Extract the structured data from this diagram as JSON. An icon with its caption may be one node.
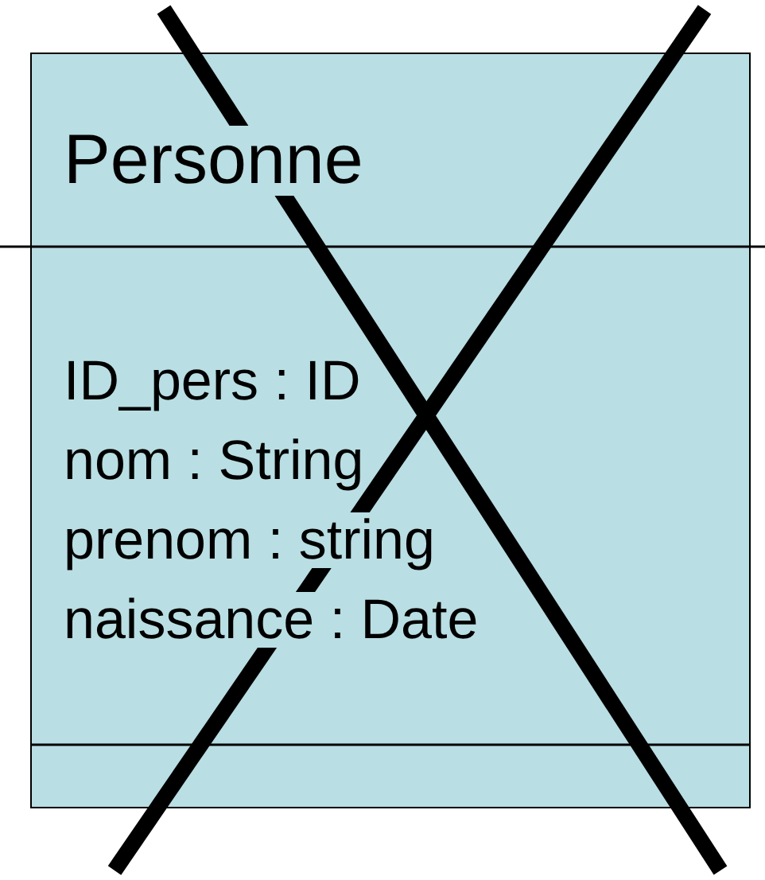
{
  "diagram": {
    "nodes": [
      {
        "text": [
          "Personne",
          "ID_pers : ID",
          "nom : String",
          "prenom : string",
          "naissance : Date"
        ]
      }
    ]
  }
}
